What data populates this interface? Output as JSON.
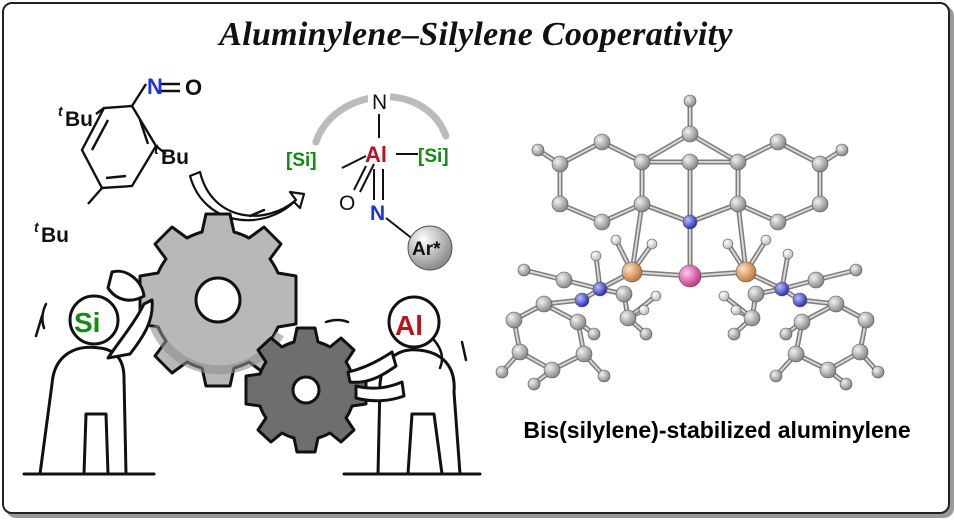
{
  "title": "Aluminylene–Silylene Cooperativity",
  "caption": "Bis(silylene)-stabilized aluminylene",
  "reagent": {
    "tbu_superscript": "t",
    "tbu_text": "Bu",
    "n_atom": "N",
    "o_atom": "O"
  },
  "product": {
    "n_top": "N",
    "si_left": "[Si]",
    "al": "Al",
    "si_right": "[Si]",
    "o_atom": "O",
    "n_atom": "N",
    "ar": "Ar*"
  },
  "figures": {
    "si_label": "Si",
    "al_label": "Al"
  },
  "colors": {
    "nitrogen": "#1d34d8",
    "silicon": "#138a13",
    "aluminium": "#b8131f",
    "gear_large": "#bdbdbd",
    "gear_small": "#6e6e6e",
    "atom_c": "#a5a5a5",
    "atom_n": "#4a4fd0",
    "atom_si": "#d4925c",
    "atom_al": "#d85aa6"
  }
}
